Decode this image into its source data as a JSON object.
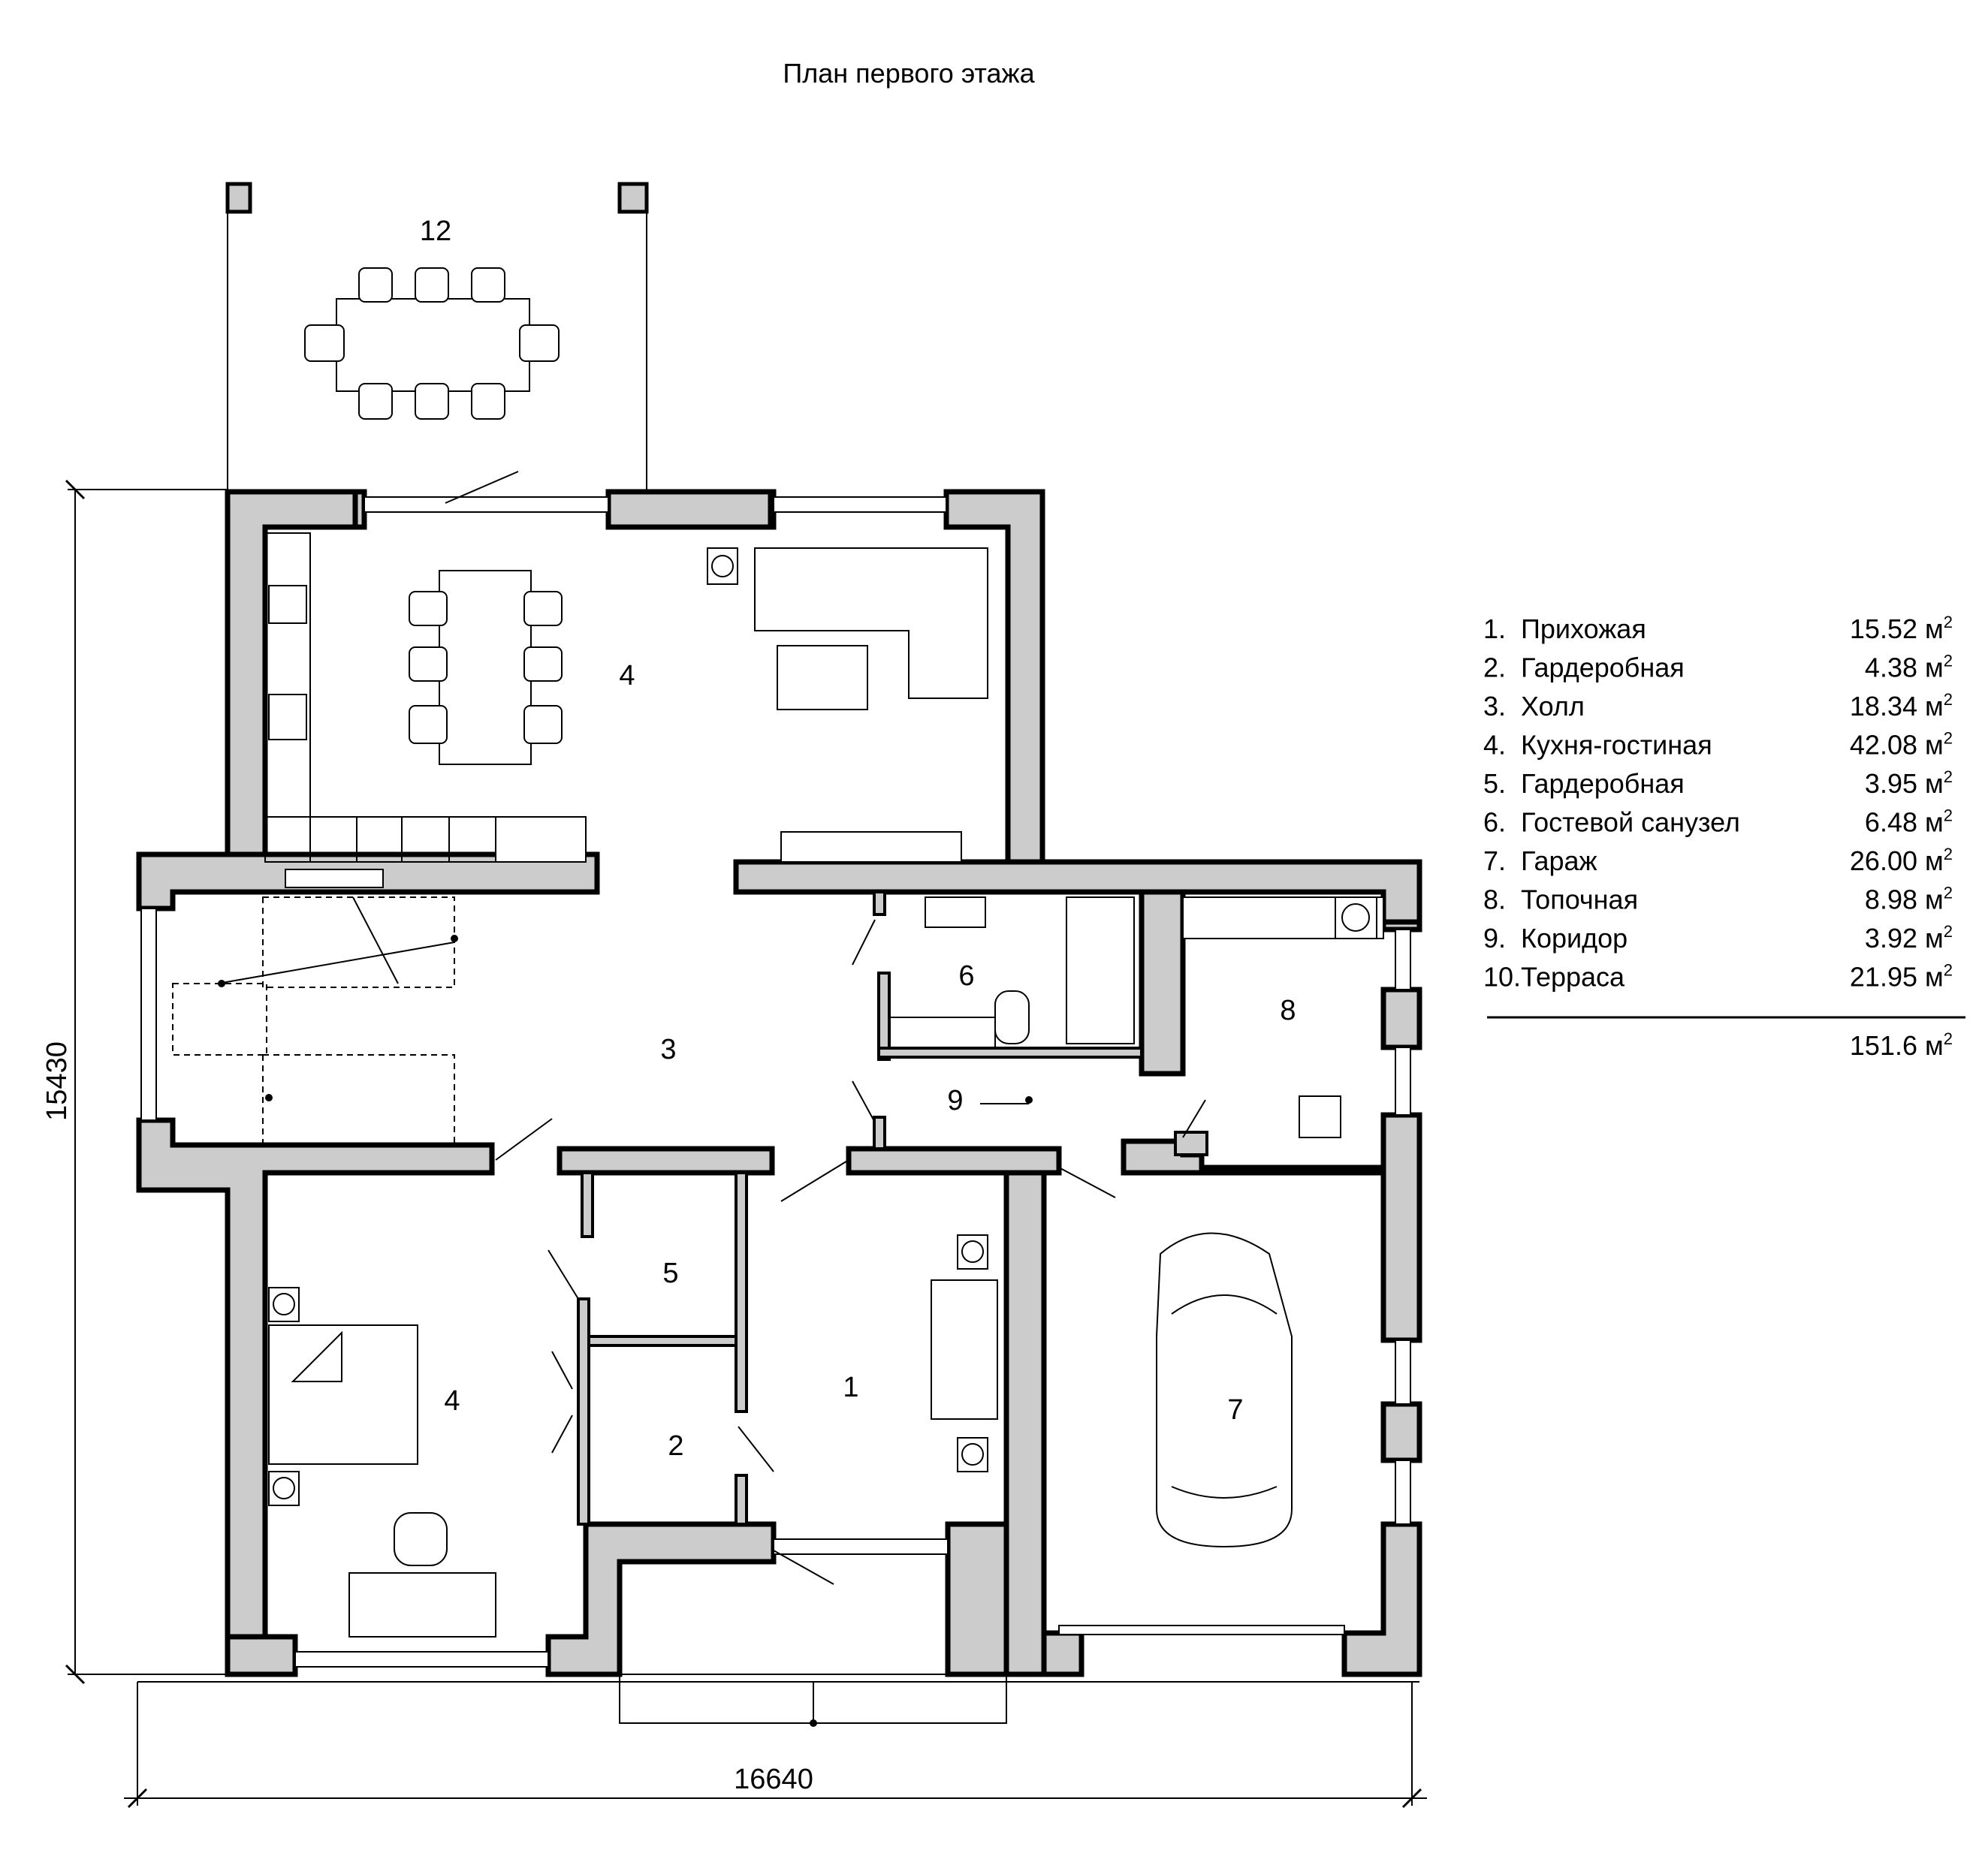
{
  "title": "План первого этажа",
  "dimensions": {
    "width": "16640",
    "height": "15430"
  },
  "rooms": [
    {
      "num": "12"
    },
    {
      "num": "4"
    },
    {
      "num": "3"
    },
    {
      "num": "6"
    },
    {
      "num": "9"
    },
    {
      "num": "8"
    },
    {
      "num": "5"
    },
    {
      "num": "4"
    },
    {
      "num": "2"
    },
    {
      "num": "1"
    },
    {
      "num": "7"
    }
  ],
  "legend": [
    {
      "num": "1.",
      "name": "Прихожая",
      "area": "15.52 м",
      "sup": "2"
    },
    {
      "num": "2.",
      "name": "Гардеробная",
      "area": "4.38 м",
      "sup": "2"
    },
    {
      "num": "3.",
      "name": "Холл",
      "area": "18.34 м",
      "sup": "2"
    },
    {
      "num": "4.",
      "name": "Кухня-гостиная",
      "area": "42.08 м",
      "sup": "2"
    },
    {
      "num": "5.",
      "name": "Гардеробная",
      "area": "3.95 м",
      "sup": "2"
    },
    {
      "num": "6.",
      "name": "Гостевой санузел",
      "area": "6.48 м",
      "sup": "2"
    },
    {
      "num": "7.",
      "name": "Гараж",
      "area": "26.00 м",
      "sup": "2"
    },
    {
      "num": "8.",
      "name": "Топочная",
      "area": "8.98 м",
      "sup": "2"
    },
    {
      "num": "9.",
      "name": "Коридор",
      "area": "3.92 м",
      "sup": "2"
    },
    {
      "num": "10.",
      "name": "Терраса",
      "area": "21.95 м",
      "sup": "2"
    }
  ],
  "total": {
    "area": "151.6 м",
    "sup": "2"
  },
  "colors": {
    "wall_fill": "#cccccc",
    "line": "#000000",
    "background": "#ffffff"
  }
}
